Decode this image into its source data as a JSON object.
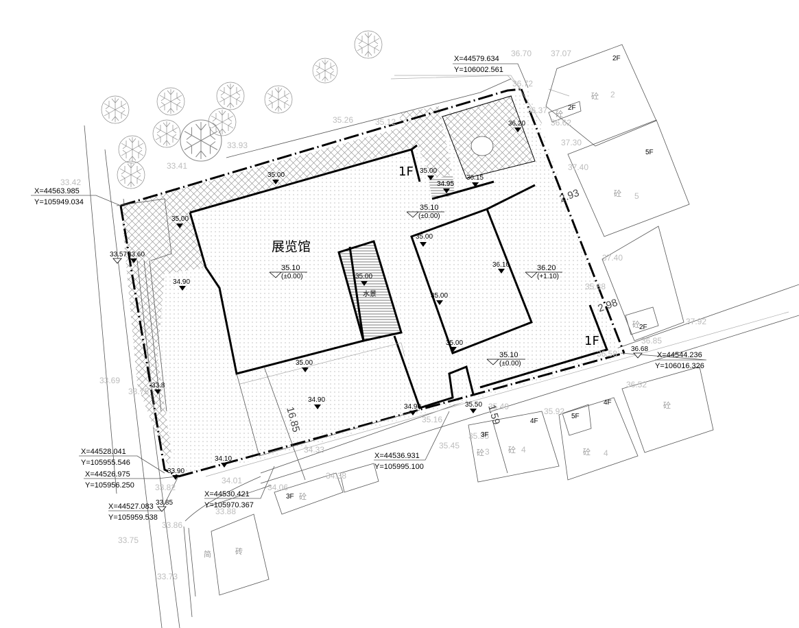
{
  "drawing": {
    "title": "展览馆",
    "building_levels": [
      {
        "id": "main-hall",
        "elev": "35.10",
        "rel": "(±0.00)"
      },
      {
        "id": "north-entry",
        "elev": "35.10",
        "rel": "(±0.00)"
      },
      {
        "id": "east-block",
        "elev": "36.20",
        "rel": "(+1.10)"
      },
      {
        "id": "south-entry",
        "elev": "35.10",
        "rel": "(±0.00)"
      }
    ],
    "floor_labels": {
      "north": "1F",
      "east": "1F"
    },
    "water_feature": "水景",
    "dimensions": {
      "d1": "16.85",
      "d2": "2.93",
      "d3": "2.98",
      "d4": "1.59"
    }
  },
  "coordinates": [
    {
      "x": "X=44579.634",
      "y": "Y=106002.561"
    },
    {
      "x": "X=44563.985",
      "y": "Y=105949.034"
    },
    {
      "x": "X=44528.041",
      "y": "Y=105955.546"
    },
    {
      "x": "X=44526.975",
      "y": "Y=105956.250"
    },
    {
      "x": "X=44527.083",
      "y": "Y=105959.538"
    },
    {
      "x": "X=44530.421",
      "y": "Y=105970.367"
    },
    {
      "x": "X=44536.931",
      "y": "Y=105995.100"
    },
    {
      "x": "X=44544.236",
      "y": "Y=106016.326"
    }
  ],
  "site_levels": {
    "l1": "35.00",
    "l2": "35.00",
    "l3": "34.95",
    "l4": "36.15",
    "l5": "35.00",
    "l6": "36.10",
    "l7": "35.00",
    "l8": "35.00",
    "l9": "35.00",
    "l10": "34.90",
    "l11": "34.90",
    "l12": "35.50",
    "l13": "34.90",
    "l14": "33.60",
    "l15": "33.57",
    "l16": "33.8",
    "l17": "33.90",
    "l18": "34.10",
    "l19": "33.85",
    "l20": "36.68",
    "l21": "36.20",
    "l22": "35.00",
    "l23": "35.00"
  },
  "spot_heights": [
    "36.70",
    "37.07",
    "36.72",
    "36.37",
    "36.62",
    "37.30",
    "37.40",
    "37.40",
    "35.26",
    "35.12",
    "33.93",
    "33.41",
    "33.42",
    "33.69",
    "33.75",
    "33.82",
    "34.01",
    "33.86",
    "33.75",
    "33.73",
    "33.88",
    "34.06",
    "34.38",
    "34.33",
    "35.45",
    "35.16",
    "35.49",
    "35.35",
    "36.85",
    "37.92",
    "36.52",
    "35.92",
    "35.88",
    "36.58"
  ],
  "neighbors": [
    {
      "floors": "2F",
      "mat": "砼",
      "num": "2"
    },
    {
      "floors": "2F",
      "mat": "砼",
      "num": "3"
    },
    {
      "floors": "5F",
      "mat": "砼",
      "num": "5"
    },
    {
      "floors": "2F",
      "mat": "砼",
      "num": "2"
    },
    {
      "floors": "4F",
      "mat": "砼",
      "num": "4"
    },
    {
      "floors": "5F",
      "mat": "砼",
      "num": "5"
    },
    {
      "floors": "4F",
      "mat": "砼",
      "num": "4"
    },
    {
      "floors": "3F",
      "mat": "砼",
      "num": "3"
    },
    {
      "floors": "3F",
      "mat": "砼",
      "num": "3"
    },
    {
      "floors": "",
      "mat": "砼",
      "num": ""
    }
  ],
  "misc_labels": {
    "jian": "简",
    "zhuan": "砖"
  }
}
